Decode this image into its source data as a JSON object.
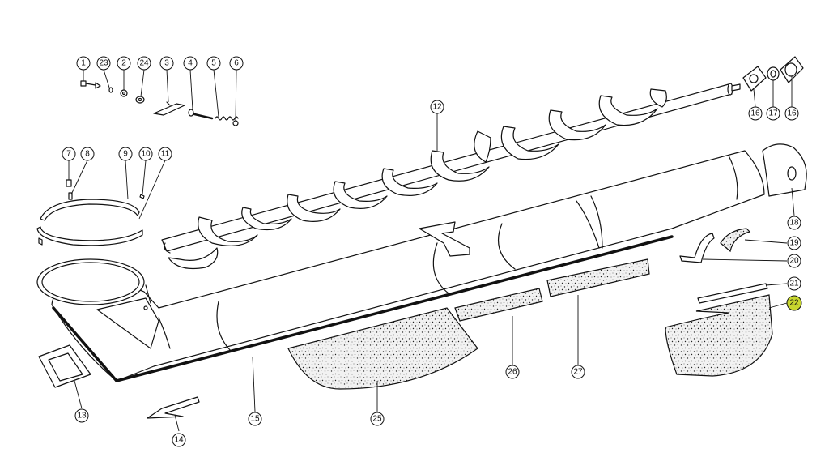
{
  "diagram": {
    "highlight_color": "#c7d62e",
    "highlighted_part": "22",
    "parts": [
      "1",
      "23",
      "2",
      "24",
      "3",
      "4",
      "5",
      "6",
      "7",
      "8",
      "9",
      "10",
      "11",
      "12",
      "13",
      "14",
      "15",
      "16",
      "17",
      "16",
      "18",
      "19",
      "20",
      "21",
      "22",
      "25",
      "26",
      "27"
    ]
  }
}
